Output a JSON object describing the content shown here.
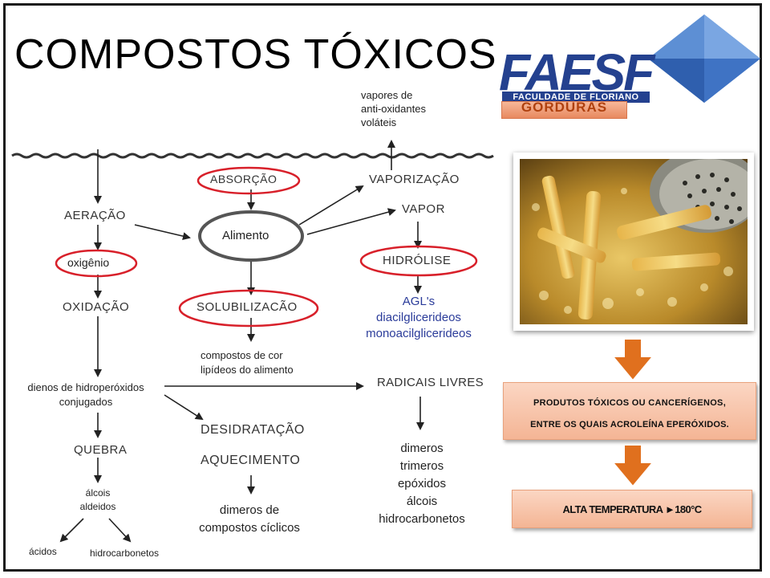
{
  "slide": {
    "title": "COMPOSTOS TÓXICOS"
  },
  "logo": {
    "name": "FAESF",
    "subtitle": "FACULDADE DE FLORIANO",
    "colors": {
      "navy": "#24418f",
      "blue_light": "#5d8fd4",
      "blue_dark": "#2f5fae"
    }
  },
  "label_gorduras": "GORDURAS",
  "diagram": {
    "vapores": [
      "vapores de",
      "anti-oxidantes",
      "voláteis"
    ],
    "aeracao": "AERAÇÃO",
    "oxigenio": "oxigênio",
    "oxidacao": "OXIDAÇÃO",
    "dienos": [
      "dienos de hidroperóxidos",
      "conjugados"
    ],
    "quebra": "QUEBRA",
    "alcoois_aldeidos": [
      "álcois",
      "aldeidos"
    ],
    "acidos": "ácidos",
    "hidrocarbonetos_left": "hidrocarbonetos",
    "absorcao": "ABSORÇÃO",
    "alimento": "Alimento",
    "solubilizacao": "SOLUBILIZACÃO",
    "compostos_cor": [
      "compostos de cor",
      "lipídeos do alimento"
    ],
    "desidratacao": "DESIDRATAÇÃO",
    "aquecimento": "AQUECIMENTO",
    "dimeros_ciclicos": [
      "dimeros de",
      "compostos cíclicos"
    ],
    "vaporizacao": "VAPORIZAÇÃO",
    "vapor": "VAPOR",
    "hidrolise": "HIDRÓLISE",
    "agl": [
      "AGL's",
      "diacilglicerideos",
      "monoacilglicerideos"
    ],
    "radicais": "RADICAIS LIVRES",
    "produtos_list": [
      "dimeros",
      "trimeros",
      "epóxidos",
      "álcois",
      "hidrocarbonetos"
    ]
  },
  "boxes": {
    "produtos_line1": "PRODUTOS TÓXICOS OU CANCERÍGENOS,",
    "produtos_line2": "ENTRE OS QUAIS ACROLEÍNA EPERÓXIDOS.",
    "alta_temp": "ALTA TEMPERATURA ►180°C"
  },
  "colors": {
    "highlight_ellipse": "#d8202a",
    "agl_text": "#2b3c9a",
    "orange_arrow": "#e0701e",
    "box_fill": "#f7c3a6"
  }
}
